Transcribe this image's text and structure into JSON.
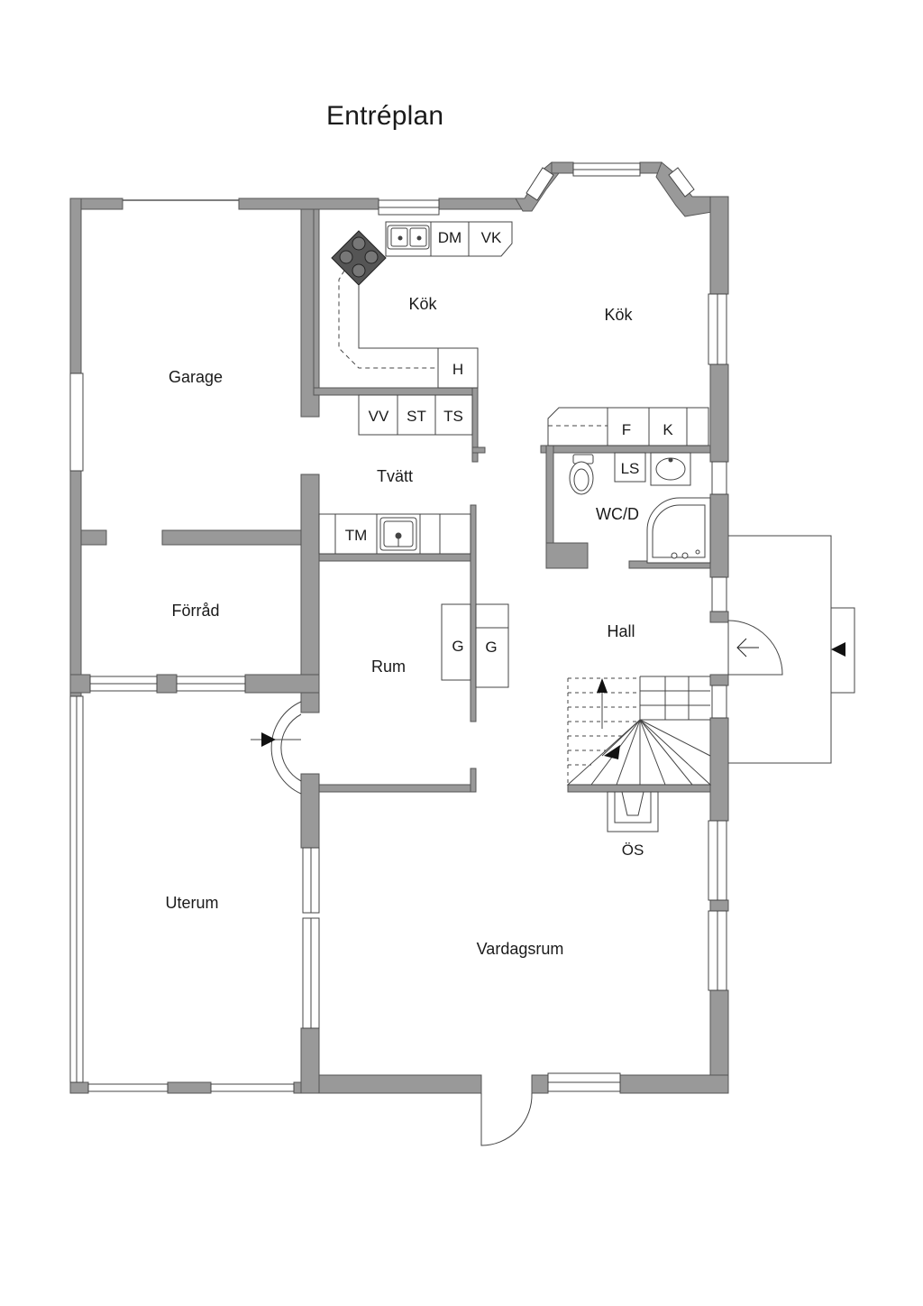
{
  "title": "Entréplan",
  "colors": {
    "wall": "#999999",
    "wall_edge": "#555555",
    "line": "#333333",
    "background": "#ffffff"
  },
  "rooms": {
    "garage": "Garage",
    "kok_1": "Kök",
    "kok_2": "Kök",
    "tvatt": "Tvätt",
    "forrad": "Förråd",
    "rum": "Rum",
    "hall": "Hall",
    "wc": "WC/D",
    "uterum": "Uterum",
    "vardagsrum": "Vardagsrum"
  },
  "fixtures": {
    "dm": "DM",
    "vk": "VK",
    "h": "H",
    "vv": "VV",
    "st": "ST",
    "ts": "TS",
    "f": "F",
    "k": "K",
    "ls": "LS",
    "tm": "TM",
    "g1": "G",
    "g2": "G",
    "os": "ÖS"
  },
  "icons": [
    "stove-icon",
    "double-sink-icon",
    "laundry-sink-icon",
    "toilet-icon",
    "washbasin-icon",
    "shower-icon",
    "fireplace-icon",
    "stair-arrow-icon",
    "door-arrow-icon",
    "entrance-arrow-icon"
  ]
}
